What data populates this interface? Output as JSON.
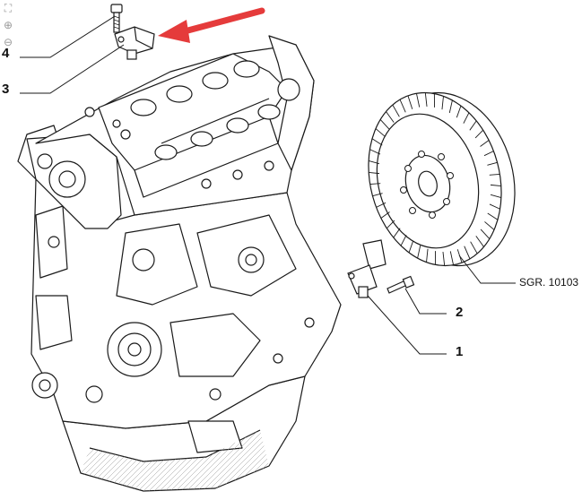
{
  "toolbar": {
    "fit_icon": "fit-page-icon",
    "zoom_in_icon": "zoom-in-icon",
    "zoom_out_icon": "zoom-out-icon"
  },
  "callouts": {
    "c1": "1",
    "c2": "2",
    "c3": "3",
    "c4": "4"
  },
  "reference": "SGR. 10103",
  "colors": {
    "arrow": "#e53b3b",
    "line": "#1a1a1a"
  }
}
